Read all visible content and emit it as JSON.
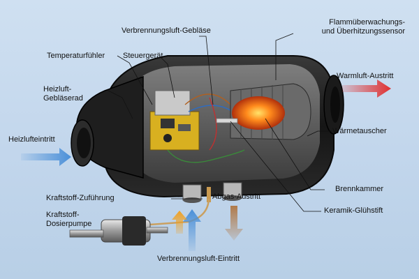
{
  "labels": {
    "combustion_air_blower": "Verbrennungsluft-Gebläse",
    "flame_monitor": "Flammüberwachungs-\nund Überhitzungssensor",
    "temperature_sensor": "Temperaturfühler",
    "control_unit": "Steuergerät",
    "heating_air_fan": "Heizluft-\nGebläserad",
    "warm_air_outlet": "Warmluft-Austritt",
    "heating_air_inlet": "Heizlufteintritt",
    "heat_exchanger": "Wärmetauscher",
    "combustion_chamber": "Brennkammer",
    "fuel_supply": "Kraftstoff-Zuführung",
    "exhaust_outlet": "Abgas-Austritt",
    "glow_pin": "Keramik-Glühstift",
    "dosing_pump": "Kraftstoff-\nDosierpumpe",
    "combustion_air_inlet": "Verbrennungsluft-Eintritt"
  },
  "colors": {
    "background": "#c6d9ee",
    "housing": "#1c1c1c",
    "flame": "#f07a1e",
    "inlet_arrow": "#4a8fd8",
    "outlet_arrow": "#e03030",
    "fuel_arrow": "#f0a020",
    "exhaust_arrow": "#b07a4a"
  }
}
